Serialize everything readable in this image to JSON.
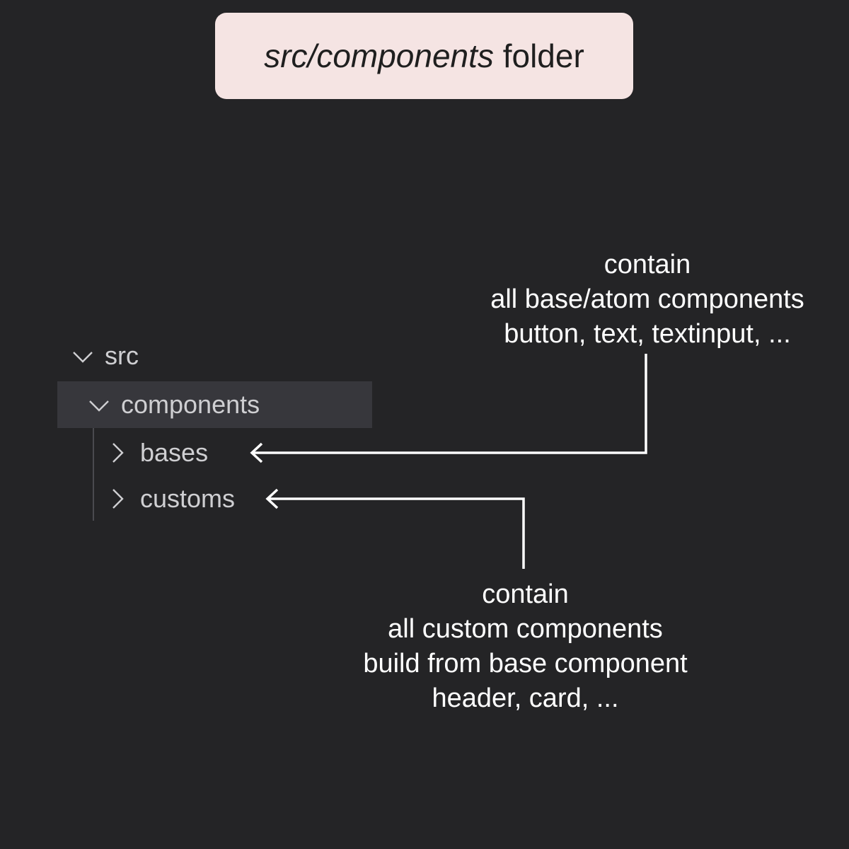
{
  "title": {
    "italic_part": "src/components",
    "rest": "folder"
  },
  "tree": {
    "root": {
      "label": "src",
      "icon": "chevron-down-icon"
    },
    "selected_folder": {
      "label": "components",
      "icon": "chevron-down-icon"
    },
    "children": [
      {
        "label": "bases",
        "icon": "chevron-right-icon"
      },
      {
        "label": "customs",
        "icon": "chevron-right-icon"
      }
    ]
  },
  "notes": {
    "bases": [
      "contain",
      "all base/atom components",
      "button, text, textinput, ..."
    ],
    "customs": [
      "contain",
      "all custom components",
      "build from base component",
      "header, card, ..."
    ]
  },
  "colors": {
    "background": "#242426",
    "title_box": "#f5e4e3",
    "selected_row": "#37373c",
    "tree_text": "#cfcfd2",
    "note_text": "#ffffff",
    "arrow": "#ffffff"
  }
}
